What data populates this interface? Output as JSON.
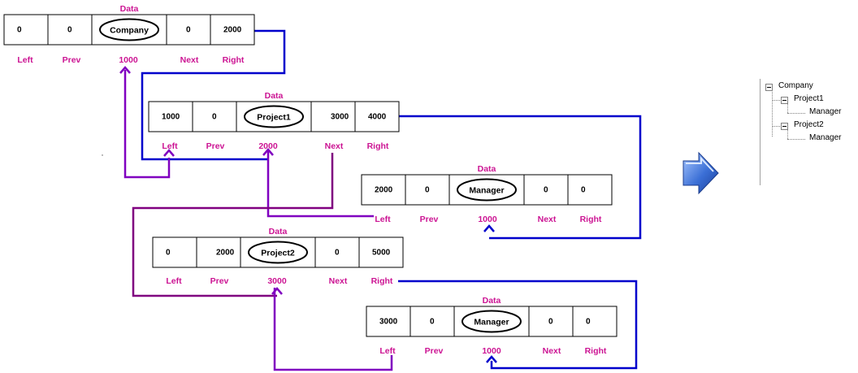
{
  "nodes": [
    {
      "id": "company-node",
      "cells": [
        "0",
        "0",
        "Company",
        "0",
        "2000"
      ],
      "data_label": "Data",
      "labels": [
        "Left",
        "Prev",
        "1000",
        "Next",
        "Right"
      ]
    },
    {
      "id": "project1-node",
      "cells": [
        "1000",
        "0",
        "Project1",
        "3000",
        "4000"
      ],
      "data_label": "Data",
      "labels": [
        "Left",
        "Prev",
        "2000",
        "Next",
        "Right"
      ]
    },
    {
      "id": "manager1-node",
      "cells": [
        "2000",
        "0",
        "Manager",
        "0",
        "0"
      ],
      "data_label": "Data",
      "labels": [
        "Left",
        "Prev",
        "1000",
        "Next",
        "Right"
      ]
    },
    {
      "id": "project2-node",
      "cells": [
        "0",
        "2000",
        "Project2",
        "0",
        "5000"
      ],
      "data_label": "Data",
      "labels": [
        "Left",
        "Prev",
        "3000",
        "Next",
        "Right"
      ]
    },
    {
      "id": "manager2-node",
      "cells": [
        "3000",
        "0",
        "Manager",
        "0",
        "0"
      ],
      "data_label": "Data",
      "labels": [
        "Left",
        "Prev",
        "1000",
        "Next",
        "Right"
      ]
    }
  ],
  "tree": {
    "root": "Company",
    "children": [
      {
        "label": "Project1",
        "child": "Manager"
      },
      {
        "label": "Project2",
        "child": "Manager"
      }
    ]
  },
  "colors": {
    "label": "#cc1493",
    "blue_link": "#0000cc",
    "purple_link": "#8000c0",
    "maroon_link": "#800080",
    "arrow_fill": "#3b6fd6"
  },
  "icons": {
    "transition": "right-arrow-icon"
  }
}
